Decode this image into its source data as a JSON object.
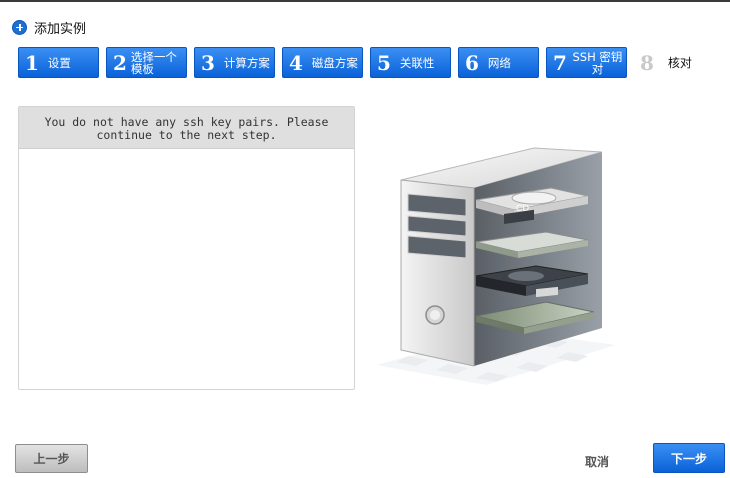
{
  "header": {
    "icon": "add-circle-icon",
    "title": "添加实例"
  },
  "steps": [
    {
      "number": "1",
      "label": "设置"
    },
    {
      "number": "2",
      "label": "选择一个模板"
    },
    {
      "number": "3",
      "label": "计算方案"
    },
    {
      "number": "4",
      "label": "磁盘方案"
    },
    {
      "number": "5",
      "label": "关联性"
    },
    {
      "number": "6",
      "label": "网络"
    },
    {
      "number": "7",
      "label": "SSH 密钥对"
    },
    {
      "number": "8",
      "label": "核对"
    }
  ],
  "ssh_panel": {
    "message": "You do not have any ssh key pairs. Please continue to the next step."
  },
  "illustration": {
    "name": "server-tower-illustration",
    "drive_label": "CD"
  },
  "footer": {
    "prev_label": "上一步",
    "cancel_label": "取消",
    "next_label": "下一步"
  },
  "colors": {
    "accent": "#0a62d8",
    "step_inactive": "#c9c9c9"
  }
}
